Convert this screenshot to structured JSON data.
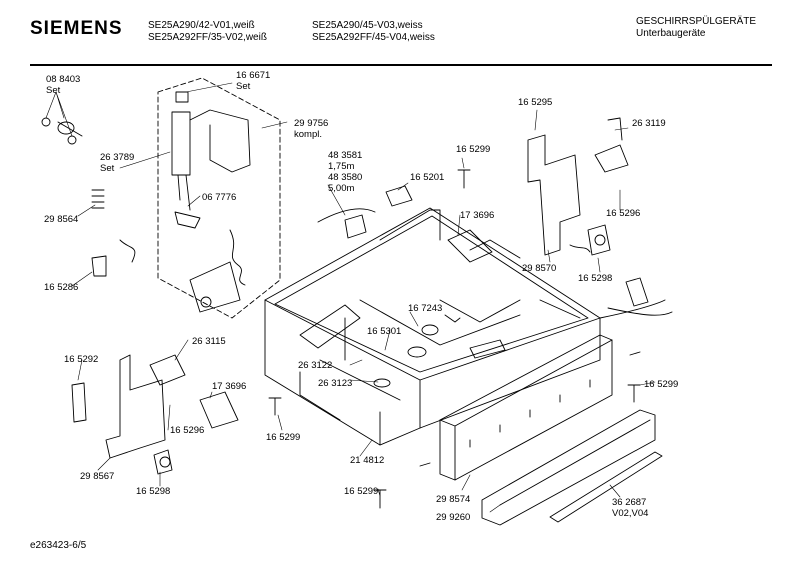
{
  "header": {
    "brand": "SIEMENS",
    "models": [
      [
        "SE25A290/42-V01,weiß",
        "SE25A292FF/35-V02,weiß"
      ],
      [
        "SE25A290/45-V03,weiss",
        "SE25A292FF/45-V04,weiss"
      ]
    ],
    "category": "GESCHIRRSPÜLGERÄTE",
    "subcategory": "Unterbaugeräte"
  },
  "labels": [
    {
      "key": "p088403",
      "lines": [
        "08 8403",
        "Set"
      ]
    },
    {
      "key": "p166671",
      "lines": [
        "16 6671",
        "Set"
      ]
    },
    {
      "key": "p299756",
      "lines": [
        "29 9756",
        "kompl."
      ]
    },
    {
      "key": "p263789",
      "lines": [
        "26 3789",
        "Set"
      ]
    },
    {
      "key": "p298564",
      "lines": [
        "29 8564"
      ]
    },
    {
      "key": "p067776",
      "lines": [
        "06 7776"
      ]
    },
    {
      "key": "p165286",
      "lines": [
        "16 5286"
      ]
    },
    {
      "key": "p483581",
      "lines": [
        "48 3581",
        "1,75m",
        "48 3580",
        "5,00m"
      ]
    },
    {
      "key": "p165201",
      "lines": [
        "16 5201"
      ]
    },
    {
      "key": "p165299a",
      "lines": [
        "16 5299"
      ]
    },
    {
      "key": "p173696a",
      "lines": [
        "17 3696"
      ]
    },
    {
      "key": "p165295",
      "lines": [
        "16 5295"
      ]
    },
    {
      "key": "p263119",
      "lines": [
        "26 3119"
      ]
    },
    {
      "key": "p165296a",
      "lines": [
        "16 5296"
      ]
    },
    {
      "key": "p298570",
      "lines": [
        "29 8570"
      ]
    },
    {
      "key": "p165298a",
      "lines": [
        "16 5298"
      ]
    },
    {
      "key": "p167243",
      "lines": [
        "16 7243"
      ]
    },
    {
      "key": "p165301",
      "lines": [
        "16 5301"
      ]
    },
    {
      "key": "p263122",
      "lines": [
        "26 3122"
      ]
    },
    {
      "key": "p263123",
      "lines": [
        "26 3123"
      ]
    },
    {
      "key": "p165292",
      "lines": [
        "16 5292"
      ]
    },
    {
      "key": "p263115",
      "lines": [
        "26 3115"
      ]
    },
    {
      "key": "p173696b",
      "lines": [
        "17 3696"
      ]
    },
    {
      "key": "p165296b",
      "lines": [
        "16 5296"
      ]
    },
    {
      "key": "p298567",
      "lines": [
        "29 8567"
      ]
    },
    {
      "key": "p165298b",
      "lines": [
        "16 5298"
      ]
    },
    {
      "key": "p165299b",
      "lines": [
        "16 5299"
      ]
    },
    {
      "key": "p214812",
      "lines": [
        "21 4812"
      ]
    },
    {
      "key": "p165299c",
      "lines": [
        "16 5299"
      ]
    },
    {
      "key": "p165299d",
      "lines": [
        "16 5299"
      ]
    },
    {
      "key": "p298574",
      "lines": [
        "29 8574"
      ]
    },
    {
      "key": "p299260",
      "lines": [
        "29 9260"
      ]
    },
    {
      "key": "p362687",
      "lines": [
        "36 2687",
        "V02,V04"
      ]
    }
  ],
  "footer": "e263423-6/5"
}
